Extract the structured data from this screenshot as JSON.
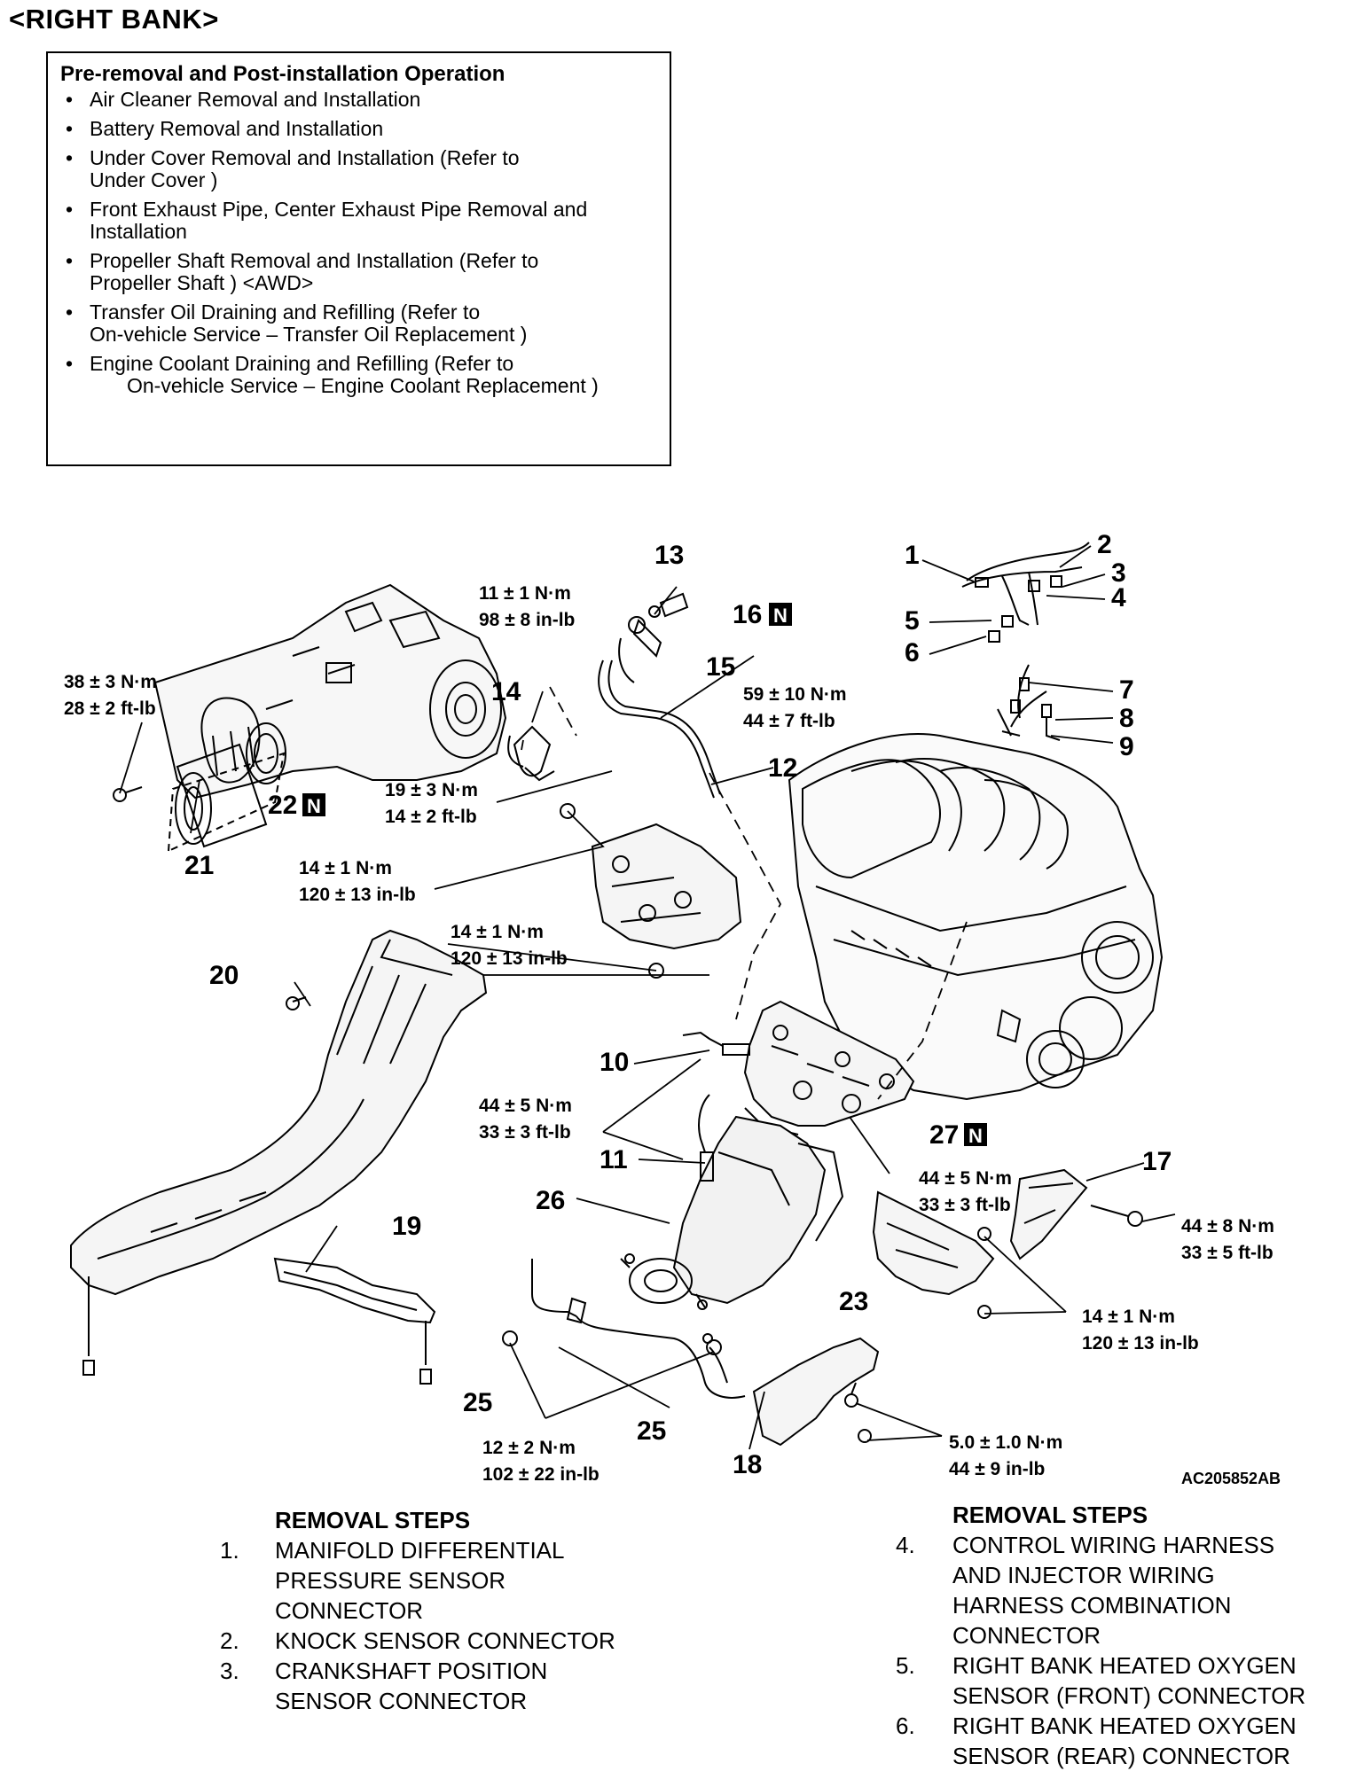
{
  "heading": "<RIGHT BANK>",
  "pre_box": {
    "title": "Pre-removal and Post-installation Operation",
    "items": [
      {
        "line1": "Air Cleaner Removal and Installation",
        "line2": ""
      },
      {
        "line1": "Battery Removal and Installation",
        "line2": ""
      },
      {
        "line1": "Under Cover Removal and Installation (Refer to",
        "line2": "Under Cover )"
      },
      {
        "line1": "Front Exhaust Pipe, Center  Exhaust Pipe Removal and",
        "line2": "Installation"
      },
      {
        "line1": "Propeller Shaft Removal and Installation (Refer to",
        "line2": "Propeller Shaft ) <AWD>"
      },
      {
        "line1": "Transfer Oil Draining and Refilling (Refer to",
        "line2": "On-vehicle Service – Transfer Oil Replacement )"
      },
      {
        "line1": "Engine Coolant Draining and Refilling (Refer to",
        "line2": "On-vehicle Service – Engine Coolant Replacement )"
      }
    ]
  },
  "callouts": {
    "n1": "1",
    "n2": "2",
    "n3": "3",
    "n4": "4",
    "n5": "5",
    "n6": "6",
    "n7": "7",
    "n8": "8",
    "n9": "9",
    "n10": "10",
    "n11": "11",
    "n12": "12",
    "n13": "13",
    "n14": "14",
    "n15": "15",
    "n16": "16",
    "n17": "17",
    "n18": "18",
    "n19": "19",
    "n20": "20",
    "n21": "21",
    "n22": "22",
    "n23": "23",
    "n25a": "25",
    "n25b": "25",
    "n26": "26",
    "n27": "27",
    "new_part_mark": "N"
  },
  "torques": {
    "t_11_1": "11 ± 1 N·m",
    "t_11_2": "98 ± 8 in-lb",
    "t_38_1": "38 ± 3 N·m",
    "t_38_2": "28 ± 2 ft-lb",
    "t_59_1": "59 ± 10 N·m",
    "t_59_2": "44 ± 7 ft-lb",
    "t_19_1": "19 ± 3 N·m",
    "t_19_2": "14 ± 2 ft-lb",
    "t_14a_1": "14 ± 1 N·m",
    "t_14a_2": "120 ± 13 in-lb",
    "t_14b_1": "14 ± 1 N·m",
    "t_14b_2": "120 ± 13 in-lb",
    "t_44a_1": "44 ± 5 N·m",
    "t_44a_2": "33 ± 3 ft-lb",
    "t_44b_1": "44 ± 5 N·m",
    "t_44b_2": "33 ± 3 ft-lb",
    "t_44c_1": "44 ± 8 N·m",
    "t_44c_2": "33 ± 5 ft-lb",
    "t_14c_1": "14 ± 1 N·m",
    "t_14c_2": "120 ± 13 in-lb",
    "t_12_1": "12 ± 2 N·m",
    "t_12_2": "102 ± 22 in-lb",
    "t_5_1": "5.0 ± 1.0 N·m",
    "t_5_2": "44 ± 9 in-lb"
  },
  "figure_code": "AC205852AB",
  "steps_left": {
    "title": "REMOVAL STEPS",
    "items": [
      {
        "num": "1.",
        "text": "MANIFOLD DIFFERENTIAL\nPRESSURE SENSOR\nCONNECTOR"
      },
      {
        "num": "2.",
        "text": "KNOCK SENSOR CONNECTOR"
      },
      {
        "num": "3.",
        "text": "CRANKSHAFT POSITION\nSENSOR CONNECTOR"
      }
    ]
  },
  "steps_right": {
    "title": "REMOVAL STEPS",
    "items": [
      {
        "num": "4.",
        "text": "CONTROL WIRING HARNESS\nAND INJECTOR WIRING\nHARNESS COMBINATION\nCONNECTOR"
      },
      {
        "num": "5.",
        "text": "RIGHT BANK HEATED OXYGEN\nSENSOR (FRONT) CONNECTOR"
      },
      {
        "num": "6.",
        "text": "RIGHT BANK HEATED OXYGEN\nSENSOR (REAR) CONNECTOR"
      }
    ]
  }
}
